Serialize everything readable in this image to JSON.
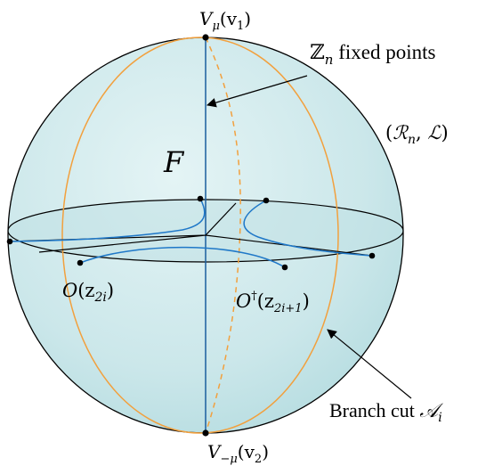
{
  "labels": {
    "top_point": "V",
    "top_point_sub": "μ",
    "top_point_arg": "(v",
    "top_point_arg_sub": "1",
    "top_point_close": ")",
    "bottom_point": "V",
    "bottom_point_sub": "−μ",
    "bottom_point_arg": "(v",
    "bottom_point_arg_sub": "2",
    "bottom_point_close": ")",
    "fixed_points_prefix": "ℤ",
    "fixed_points_sub": "n",
    "fixed_points_text": " fixed points",
    "surface_open": "(",
    "surface_R": "ℛ",
    "surface_sub": "n",
    "surface_sep": ", ",
    "surface_L": "ℒ",
    "surface_close": ")",
    "region": "F",
    "op_left": "O",
    "op_left_arg": "(z",
    "op_left_arg_sub": "2i",
    "op_left_close": ")",
    "op_right": "O",
    "op_right_sup": "†",
    "op_right_arg": "(z",
    "op_right_arg_sub": "2i+1",
    "op_right_close": ")",
    "branch_text": "Branch cut ",
    "branch_A": "𝒜",
    "branch_sub": "i"
  },
  "colors": {
    "sphere_fill": "#d2ecee",
    "outline": "#000000",
    "meridian_orange": "#f2a03d",
    "curve_blue": "#1f78c8",
    "axis_blue": "#1a5e9e"
  }
}
